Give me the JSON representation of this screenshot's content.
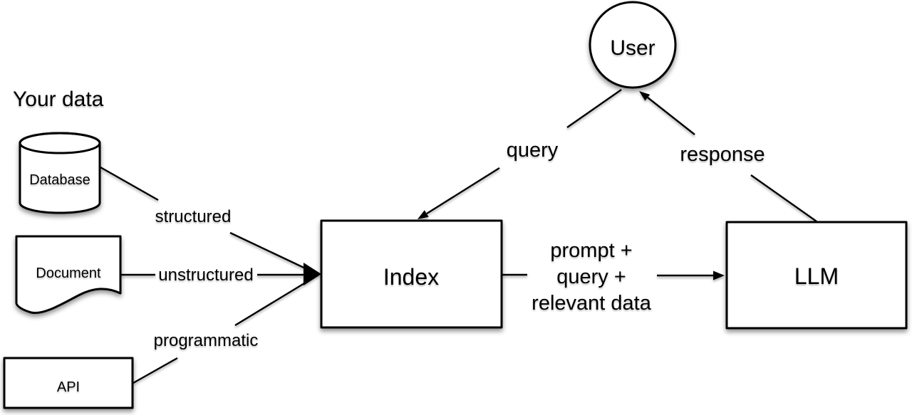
{
  "title": "Your data",
  "nodes": {
    "user": {
      "label": "User",
      "shape": "circle"
    },
    "database": {
      "label": "Database",
      "shape": "cylinder"
    },
    "document": {
      "label": "Document",
      "shape": "document"
    },
    "api": {
      "label": "API",
      "shape": "rectangle"
    },
    "index": {
      "label": "Index",
      "shape": "rectangle"
    },
    "llm": {
      "label": "LLM",
      "shape": "rectangle"
    }
  },
  "edges": {
    "structured": {
      "label": "structured",
      "from": "database",
      "to": "index"
    },
    "unstructured": {
      "label": "unstructured",
      "from": "document",
      "to": "index"
    },
    "programmatic": {
      "label": "programmatic",
      "from": "api",
      "to": "index"
    },
    "query": {
      "label": "query",
      "from": "user",
      "to": "index"
    },
    "response": {
      "label": "response",
      "from": "llm",
      "to": "user"
    },
    "prompt_to_llm": {
      "lines": [
        "prompt +",
        "query +",
        "relevant data"
      ],
      "from": "index",
      "to": "llm"
    }
  },
  "colors": {
    "stroke": "#000000",
    "shape_fill": "#ffffff",
    "text": "#000000",
    "background": "#ffffff"
  }
}
